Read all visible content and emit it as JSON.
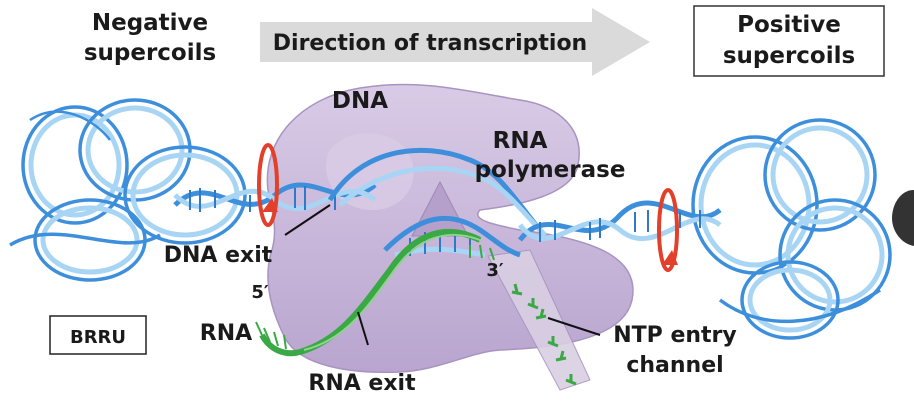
{
  "labels": {
    "negative_line1": "Negative",
    "negative_line2": "supercoils",
    "direction": "Direction of transcription",
    "positive_line1": "Positive",
    "positive_line2": "supercoils",
    "dna": "DNA",
    "rnap_line1": "RNA",
    "rnap_line2": "polymerase",
    "dna_exit": "DNA exit",
    "rna_exit": "RNA exit",
    "rna": "RNA",
    "five_prime": "5′",
    "three_prime": "3′",
    "ntp_line1": "NTP entry",
    "ntp_line2": "channel",
    "corner_box": "BRRU"
  },
  "colors": {
    "dna_blue": "#4a9be0",
    "dna_light": "#a9d5f5",
    "rna_green": "#3aa845",
    "polymerase": "#c8b6d8",
    "arrow_gray": "#d9d9d9",
    "rotation_red": "#e2402a"
  }
}
